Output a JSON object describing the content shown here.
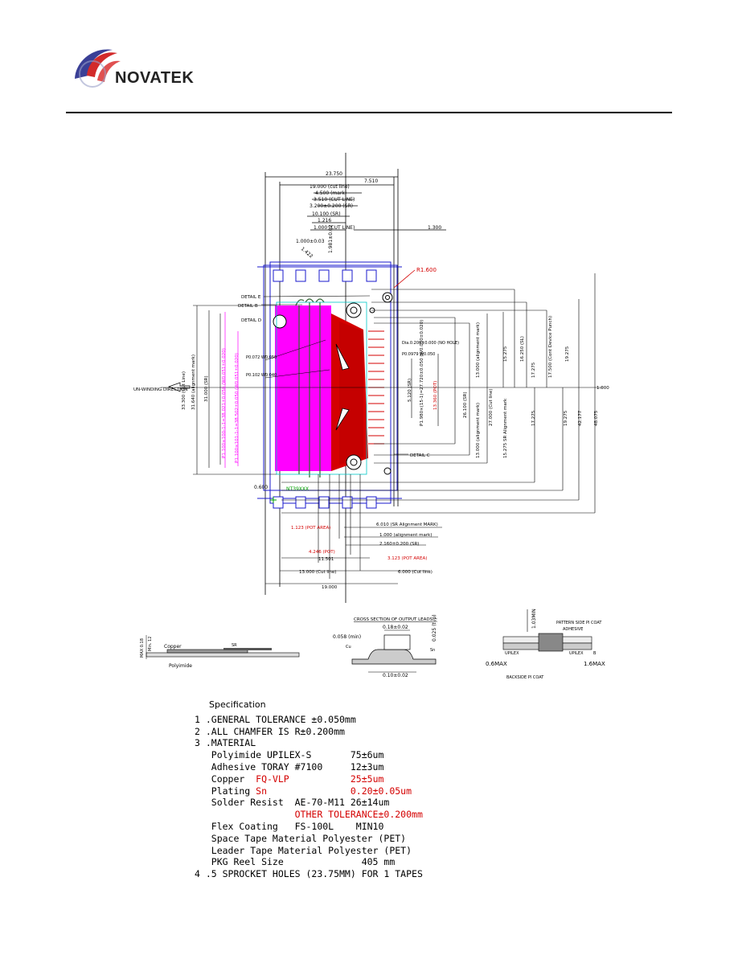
{
  "header": {
    "brand": "NOVATEK"
  },
  "colors": {
    "pink": "#ff00ff",
    "red": "#d40000",
    "blue": "#1a1acc",
    "green": "#00a000",
    "cyan": "#00c8c8"
  },
  "drawing": {
    "dims_top": [
      "23.750",
      "7.510",
      "19.000 (cut line)",
      "4.500 (mark)",
      "3.510 (CUT LINE)",
      "3.200±0.200 (SR)",
      "10.100 (SR)",
      "1.216",
      "1.000 (CUT LINE)",
      "1.300",
      "1.000±0.03",
      "1.981±0.02",
      "1.422"
    ],
    "radius": "R1.600",
    "details": [
      "DETAIL E",
      "DETAIL B",
      "DETAIL D",
      "DETAIL C"
    ],
    "pitch_labels": [
      "P0.072 W0.050",
      "P0.102 W0.040",
      "Dia.0.200±0.000 (NO HOLE)",
      "P0.0979 W0.050"
    ],
    "direction_label": "UN-WINDING DIRECTION",
    "right_dims": [
      "1.000",
      "15.275",
      "16.250 (SL)",
      "17.275",
      "17.500 (Cont Device Punch)",
      "19.275",
      "17.275",
      "19.275",
      "42.177",
      "48.075"
    ],
    "vertical_dims": [
      "33.300 (Cut Line)",
      "31.640 (alignment mark)",
      "31.000 (SR)",
      "13.000 (alignment mark)",
      "26.100 (SR)",
      "27.000 (Cut line)",
      "13.000 (alignment mark)",
      "15.275 SR Alignment mark",
      "5.120 (SR)",
      "13.360 (POT)"
    ],
    "pink_formula_1": "P1.100×100-1-1=38.021±0.050 (W0.051±0.020)",
    "pink_formula_2": "P1.100×101-1-1=38.502±0.050 (W0.051±0.020)",
    "red_formula": "P1.980×(15-1)=27.720±0.050 (W0.050±0.020)",
    "bottom_left": "0.600",
    "bottom_dims": [
      "6.010 (SR Alignment MARK)",
      "1.123 (POT AREA)",
      "1.000 (alignment mark)",
      "2.160±0.200 (SR)",
      "4.246 (POT)",
      "3.123 (POT AREA)",
      "11.501",
      "13.000 (Cut line)",
      "6.000 (Cut line)",
      "19.000"
    ],
    "part_id": "NT39XXX"
  },
  "section_left": {
    "labels": [
      "Copper",
      "SR",
      "Polyimide",
      "MAX 0.18",
      "Min. 12"
    ]
  },
  "section_mid": {
    "title": "CROSS SECTION OF OUTPUT LEADS",
    "labels": [
      "0.18±0.02",
      "0.058 (min)",
      "0.025 (typ)",
      "0.10±0.02",
      "Cu",
      "Sn"
    ]
  },
  "section_right": {
    "labels": [
      "1.03MIN",
      "PATTERN SIDE PI COAT",
      "ADHESIVE",
      "UPILEX",
      "UPILEX",
      "B",
      "0.6MAX",
      "1.6MAX",
      "BACKSIDE PI COAT"
    ]
  },
  "spec": {
    "title": "Specification",
    "lines": [
      {
        "text": "1 .GENERAL TOLERANCE ±0.050mm",
        "red": ""
      },
      {
        "text": "2 .ALL CHAMFER IS R±0.200mm",
        "red": ""
      },
      {
        "text": "3 .MATERIAL",
        "red": ""
      },
      {
        "text": "   Polyimide UPILEX-S       75±6um",
        "red": ""
      },
      {
        "text": "   Adhesive TORAY #7100     12±3um",
        "red": ""
      },
      {
        "text": "   Copper  ",
        "red": "FQ-VLP           25±5um"
      },
      {
        "text": "   Plating ",
        "red": "Sn               0.20±0.05um"
      },
      {
        "text": "   Solder Resist  AE-70-M11 26±14um",
        "red": ""
      },
      {
        "text": "                  ",
        "red": "OTHER TOLERANCE±0.200mm"
      },
      {
        "text": "   Flex Coating   FS-100L    MIN10",
        "red": ""
      },
      {
        "text": "   Space Tape Material Polyester (PET)",
        "red": ""
      },
      {
        "text": "   Leader Tape Material Polyester (PET)",
        "red": ""
      },
      {
        "text": "   PKG Reel Size              405 mm",
        "red": ""
      },
      {
        "text": "4 .5 SPROCKET HOLES (23.75MM) FOR 1 TAPES",
        "red": ""
      }
    ]
  }
}
